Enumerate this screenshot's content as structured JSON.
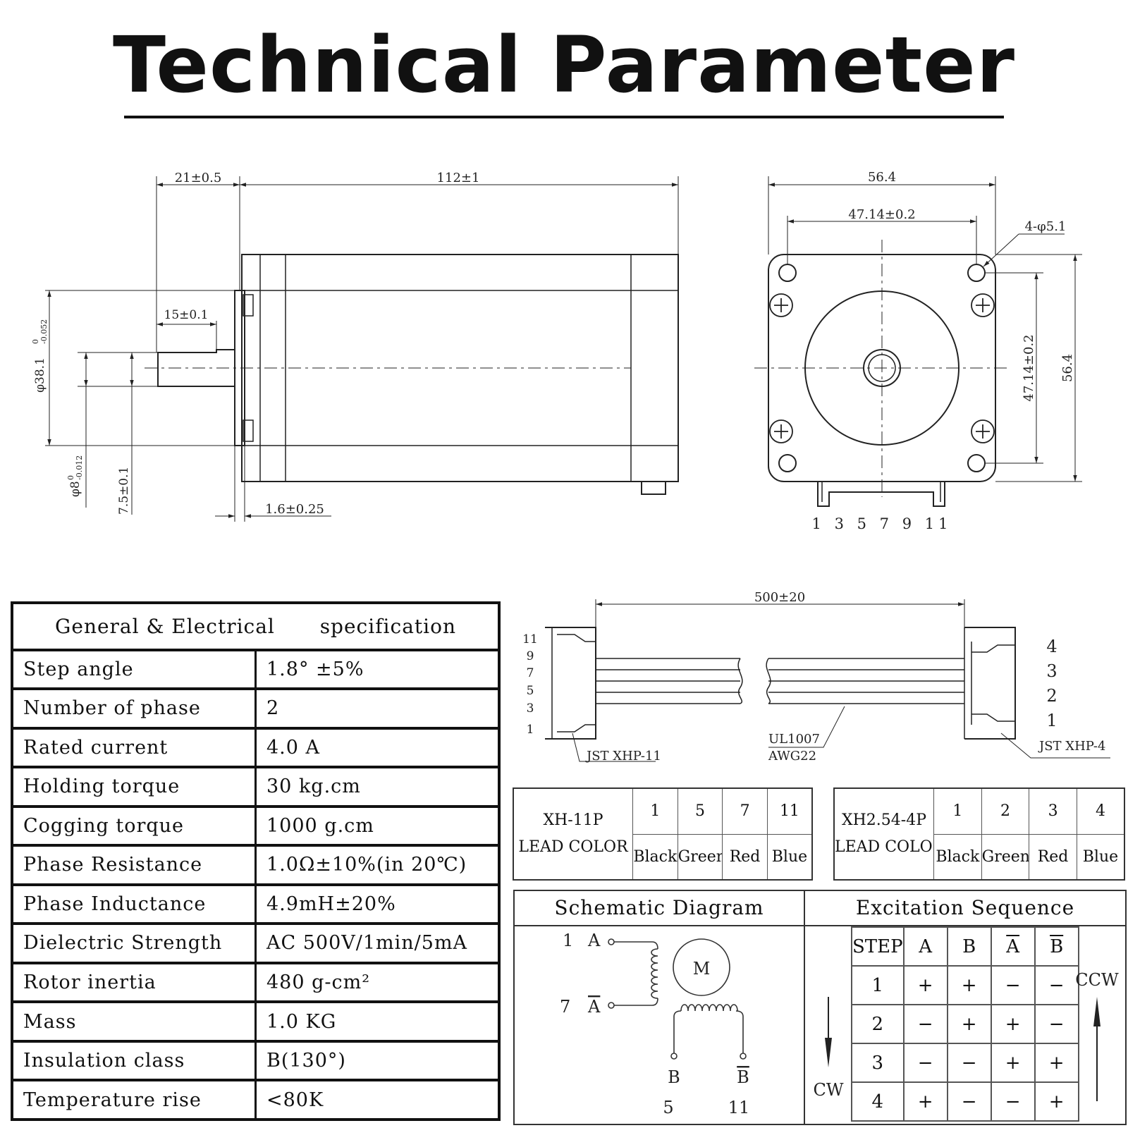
{
  "title": "Technical Parameter",
  "side_view": {
    "dim_flange": "21±0.5",
    "dim_body": "112±1",
    "dim_shaft": "15±0.1",
    "dim_pilot": "φ38.1",
    "dim_pilot_tol_upper": "0",
    "dim_pilot_tol_lower": "-0.052",
    "dim_shaft_dia": "φ8",
    "dim_shaft_dia_tol_upper": "0",
    "dim_shaft_dia_tol_lower": "-0.012",
    "dim_flat": "7.5±0.1",
    "dim_pilot_height": "1.6±0.25"
  },
  "front_view": {
    "dim_width": "56.4",
    "dim_hole_pitch": "47.14±0.2",
    "dim_holes": "4-φ5.1",
    "dim_hole_pitch_v": "47.14±0.2",
    "dim_height": "56.4",
    "pins": "1 3 5 7 9 11"
  },
  "spec_table": {
    "header_left": "General & Electrical",
    "header_right": "specification",
    "rows": [
      {
        "label": "Step angle",
        "value": "1.8° ±5%"
      },
      {
        "label": "Number of phase",
        "value": "2"
      },
      {
        "label": "Rated current",
        "value": "4.0 A"
      },
      {
        "label": "Holding torque",
        "value": "30 kg.cm"
      },
      {
        "label": "Cogging torque",
        "value": "1000 g.cm"
      },
      {
        "label": "Phase Resistance",
        "value": "1.0Ω±10%(in 20℃)"
      },
      {
        "label": "Phase Inductance",
        "value": "4.9mH±20%"
      },
      {
        "label": "Dielectric Strength",
        "value": "AC 500V/1min/5mA"
      },
      {
        "label": "Rotor inertia",
        "value": "480 g-cm²"
      },
      {
        "label": "Mass",
        "value": "1.0 KG"
      },
      {
        "label": "Insulation class",
        "value": "B(130°)"
      },
      {
        "label": "Temperature rise",
        "value": "<80K"
      }
    ]
  },
  "cable": {
    "length": "500±20",
    "left_pins": [
      "11",
      "9",
      "7",
      "5",
      "3",
      "1"
    ],
    "right_pins": [
      "4",
      "3",
      "2",
      "1"
    ],
    "left_connector": "JST XHP-11",
    "right_connector": "JST XHP-4",
    "wire_line1": "UL1007",
    "wire_line2": "AWG22"
  },
  "lead_tables": [
    {
      "name": "XH-11P",
      "label": "LEAD COLOR",
      "pins": [
        "1",
        "5",
        "7",
        "11"
      ],
      "colors": [
        "Black",
        "Green",
        "Red",
        "Blue"
      ]
    },
    {
      "name": "XH2.54-4P",
      "label": "LEAD COLOR",
      "pins": [
        "1",
        "2",
        "3",
        "4"
      ],
      "colors": [
        "Black",
        "Green",
        "Red",
        "Blue"
      ]
    }
  ],
  "schematic": {
    "title": "Schematic Diagram",
    "pin_a": "1",
    "label_a": "A",
    "pin_abar": "7",
    "label_abar": "A",
    "label_b": "B",
    "pin_b": "5",
    "label_bbar": "B",
    "pin_bbar": "11",
    "motor": "M"
  },
  "excitation": {
    "title": "Excitation Sequence",
    "headers": [
      "STEP",
      "A",
      "B",
      "A",
      "B"
    ],
    "rows": [
      [
        "1",
        "+",
        "+",
        "−",
        "−"
      ],
      [
        "2",
        "−",
        "+",
        "+",
        "−"
      ],
      [
        "3",
        "−",
        "−",
        "+",
        "+"
      ],
      [
        "4",
        "+",
        "−",
        "−",
        "+"
      ]
    ],
    "ccw": "CCW",
    "cw": "CW"
  }
}
